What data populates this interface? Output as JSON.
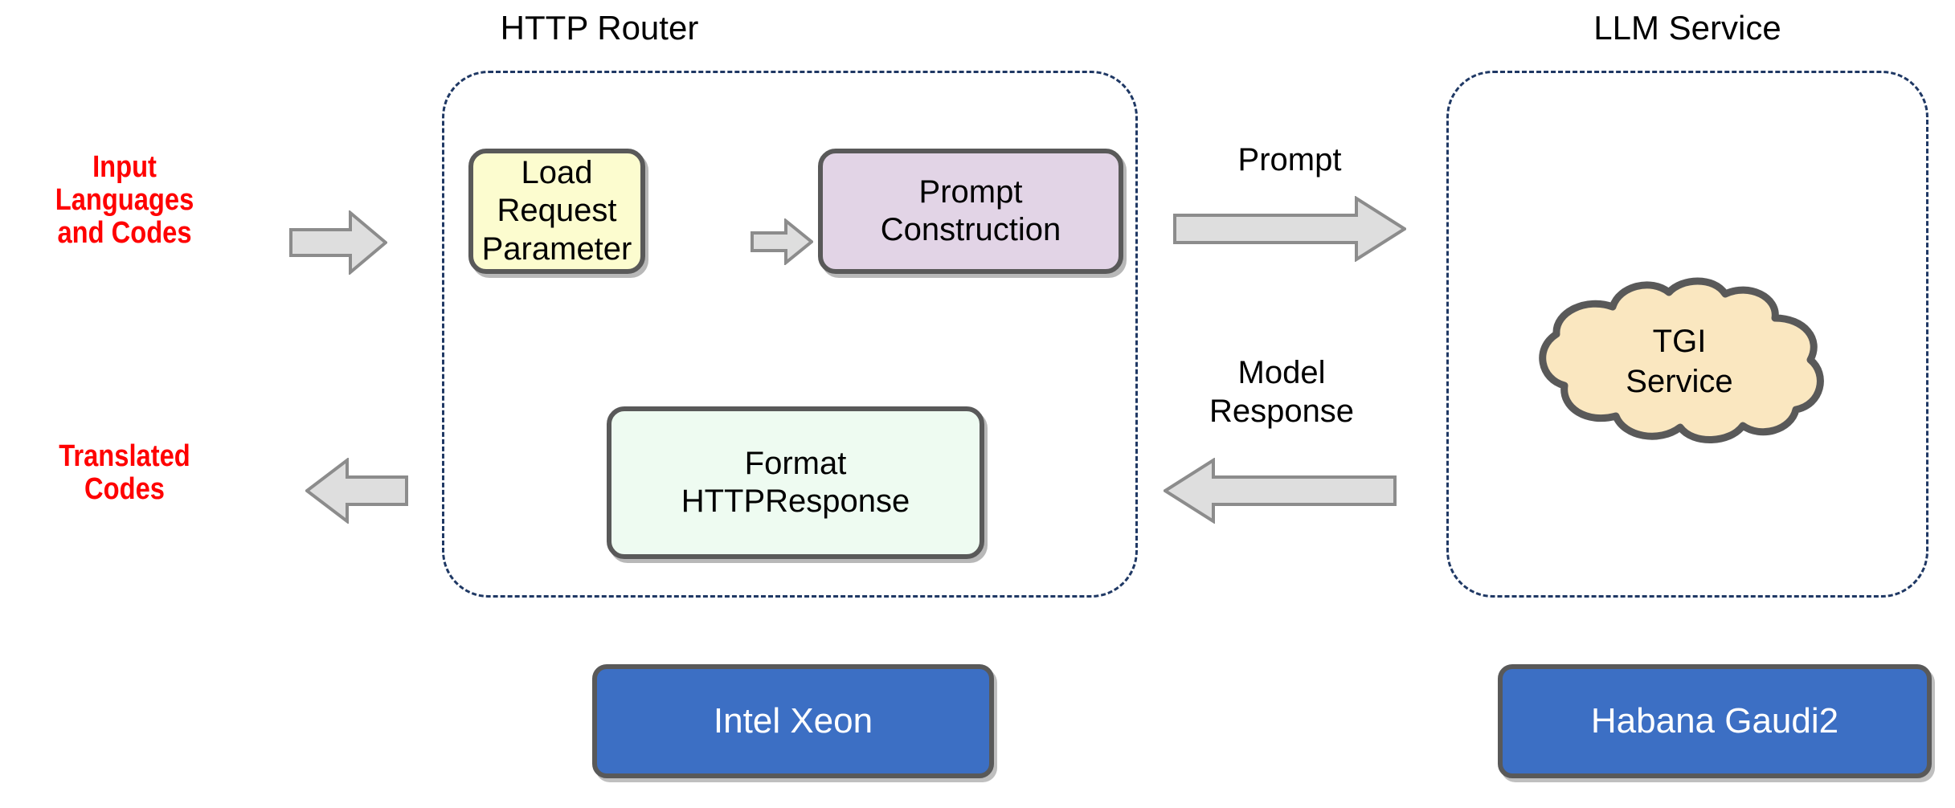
{
  "diagram": {
    "title_http_router": "HTTP Router",
    "title_llm_service": "LLM Service",
    "io": {
      "input_label": "Input\nLanguages\nand Codes",
      "output_label": "Translated\nCodes",
      "input_color": "#FF0000",
      "output_color": "#FF0000"
    },
    "http_router": {
      "boxes": [
        {
          "id": "load-request-parameter",
          "label": "Load\nRequest\nParameter",
          "fill": "#FCFCCF",
          "stroke": "#595959"
        },
        {
          "id": "prompt-construction",
          "label": "Prompt\nConstruction",
          "fill": "#E2D4E6",
          "stroke": "#595959"
        },
        {
          "id": "format-httpresponse",
          "label": "Format\nHTTPResponse",
          "fill": "#EEFBF1",
          "stroke": "#595959"
        }
      ],
      "container_stroke": "#1F3864"
    },
    "llm_service": {
      "cloud": {
        "id": "tgi-service",
        "label": "TGI\nService",
        "fill": "#FAE7C0",
        "stroke": "#595959"
      },
      "container_stroke": "#1F3864"
    },
    "flows": [
      {
        "id": "prompt",
        "label": "Prompt",
        "direction": "right"
      },
      {
        "id": "model-response",
        "label": "Model\nResponse",
        "direction": "left"
      }
    ],
    "hardware": [
      {
        "id": "intel-xeon",
        "label": "Intel Xeon",
        "fill": "#3C6FC4",
        "text_color": "#FFFFFF"
      },
      {
        "id": "habana-gaudi2",
        "label": "Habana Gaudi2",
        "fill": "#3C6FC4",
        "text_color": "#FFFFFF"
      }
    ],
    "arrow_style": {
      "fill": "#DEDEDE",
      "stroke": "#8C8C8C"
    }
  }
}
